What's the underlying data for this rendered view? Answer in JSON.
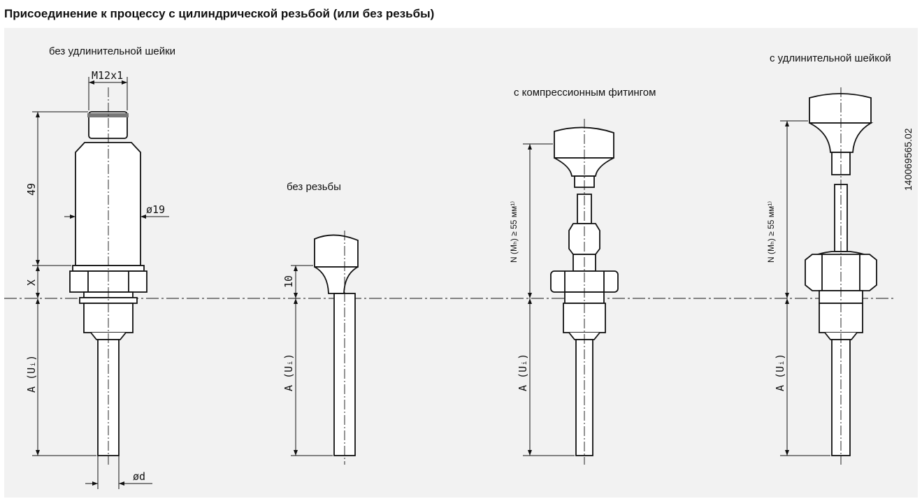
{
  "title": "Присоединение к процессу с цилиндрической резьбой (или без резьбы)",
  "labels": {
    "no_extension": "без удлинительной шейки",
    "no_thread": "без резьбы",
    "compression": "с компрессионным фитингом",
    "with_extension": "с удлинительной шейкой"
  },
  "dimensions": {
    "thread": "M12x1",
    "height": "49",
    "diameter": "ø19",
    "x": "X",
    "ten": "10",
    "a_ui": "A (Uᵢ)",
    "d": "ød",
    "n": "N (Mₕ) ≥ 55 мм¹⁾"
  },
  "doc_id": "140069565.02",
  "colors": {
    "background": "#f2f2f2",
    "line": "#111111"
  }
}
